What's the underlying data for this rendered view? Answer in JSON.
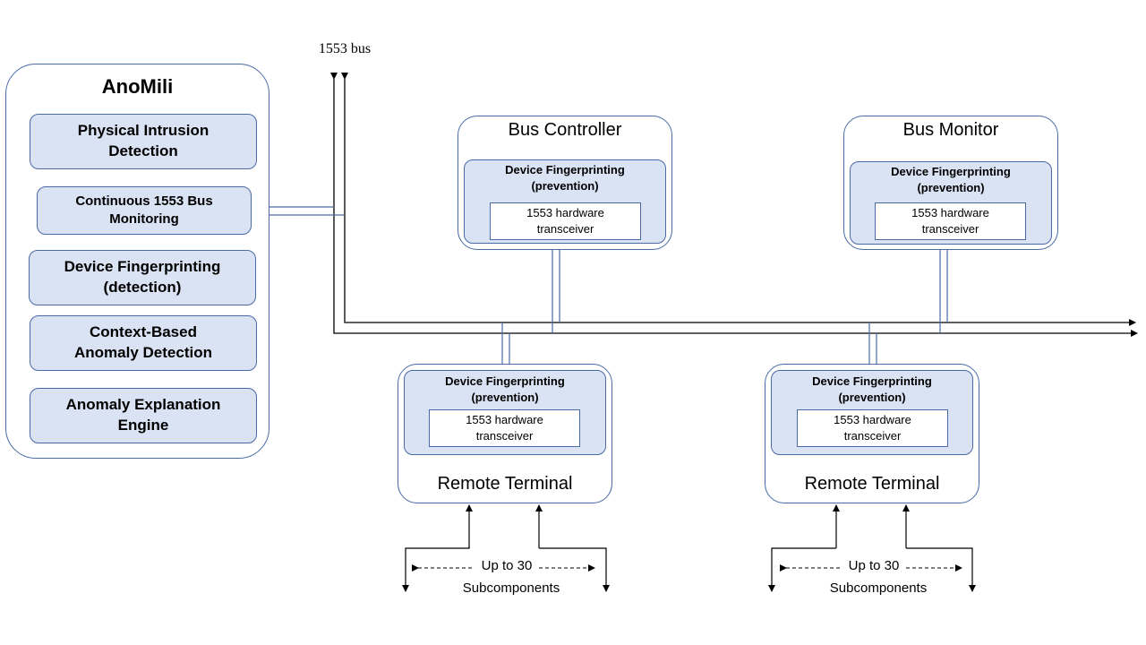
{
  "bus_label": "1553 bus",
  "anomili": {
    "title": "AnoMili",
    "modules": [
      "Physical Intrusion\nDetection",
      "Continuous 1553 Bus\nMonitoring",
      "Device Fingerprinting\n(detection)",
      "Context-Based\nAnomaly Detection",
      "Anomaly Explanation\nEngine"
    ]
  },
  "bus_controller": {
    "title": "Bus Controller",
    "fingerprint": "Device Fingerprinting\n(prevention)",
    "transceiver": "1553 hardware\ntransceiver"
  },
  "bus_monitor": {
    "title": "Bus Monitor",
    "fingerprint": "Device Fingerprinting\n(prevention)",
    "transceiver": "1553 hardware\ntransceiver"
  },
  "remote_terminals": [
    {
      "title": "Remote Terminal",
      "fingerprint": "Device Fingerprinting\n(prevention)",
      "transceiver": "1553 hardware\ntransceiver",
      "subcomponents_range": "Up to 30",
      "subcomponents_label": "Subcomponents"
    },
    {
      "title": "Remote Terminal",
      "fingerprint": "Device Fingerprinting\n(prevention)",
      "transceiver": "1553 hardware\ntransceiver",
      "subcomponents_range": "Up to 30",
      "subcomponents_label": "Subcomponents"
    }
  ],
  "colors": {
    "box_border": "#4a6aa5",
    "box_fill": "#dae3f3",
    "line": "#000000",
    "link": "#4a6aa5"
  }
}
